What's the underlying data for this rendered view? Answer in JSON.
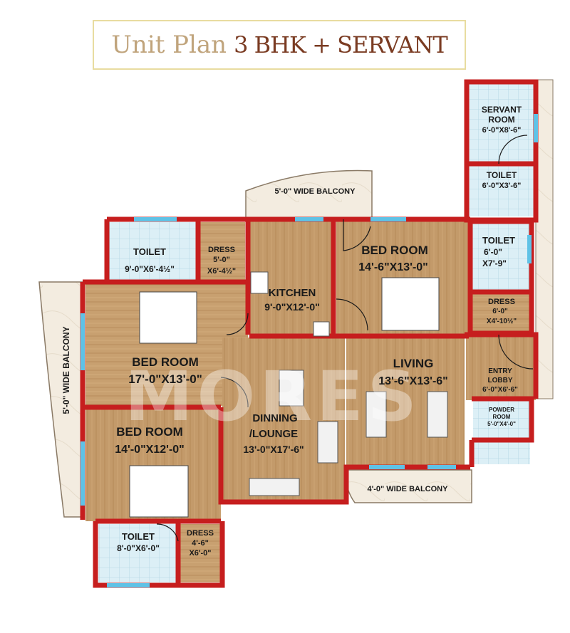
{
  "title": {
    "part1": "Unit Plan",
    "part2": "3 BHK + SERVANT"
  },
  "watermark": "MORES",
  "colors": {
    "wall": "#c61e1e",
    "wood": "#c39a6a",
    "wood_dark": "#a87e50",
    "tile": "#d8eef6",
    "window": "#5fc2e6",
    "balcony": "#f1e7d8",
    "title_frame": "#e8dca0"
  },
  "rooms": {
    "servant": {
      "name": "SERVANT",
      "name2": "ROOM",
      "size": "6'-0\"X8'-6\""
    },
    "servant_toilet": {
      "name": "TOILET",
      "size": "6'-0\"X3'-6\""
    },
    "toilet_right": {
      "name": "TOILET",
      "size1": "6'-0\"",
      "size2": "X7'-9\""
    },
    "dress_right": {
      "name": "DRESS",
      "size1": "6'-0\"",
      "size2": "X4'-10½\""
    },
    "entry": {
      "name": "ENTRY",
      "name2": "LOBBY",
      "size": "6'-0\"X6'-6\""
    },
    "powder": {
      "name": "POWDER",
      "name2": "ROOM",
      "size": "5'-0\"X4'-0\""
    },
    "top_balcony": {
      "label": "5'-0\" WIDE BALCONY"
    },
    "left_balcony": {
      "label": "5'-0\" WIDE BALCONY"
    },
    "bottom_balcony": {
      "label": "4'-0\" WIDE BALCONY"
    },
    "toilet_top_left": {
      "name": "TOILET",
      "size": "9'-0\"X6'-4½\""
    },
    "dress_top_left": {
      "name": "DRESS",
      "size1": "5'-0\"",
      "size2": "X6'-4½\""
    },
    "kitchen": {
      "name": "KITCHEN",
      "size": "9'-0\"X12'-0\""
    },
    "bedroom_top_right": {
      "name": "BED ROOM",
      "size": "14'-6\"X13'-0\""
    },
    "bedroom_left": {
      "name": "BED ROOM",
      "size": "17'-0\"X13'-0\""
    },
    "living": {
      "name": "LIVING",
      "size": "13'-6\"X13'-6\""
    },
    "dining": {
      "name": "DINNING",
      "name2": "/LOUNGE",
      "size": "13'-0\"X17'-6\""
    },
    "bedroom_bottom_left": {
      "name": "BED ROOM",
      "size": "14'-0\"X12'-0\""
    },
    "toilet_bottom": {
      "name": "TOILET",
      "size": "8'-0\"X6'-0\""
    },
    "dress_bottom": {
      "name": "DRESS",
      "size1": "4'-6\"",
      "size2": "X6'-0\""
    }
  }
}
